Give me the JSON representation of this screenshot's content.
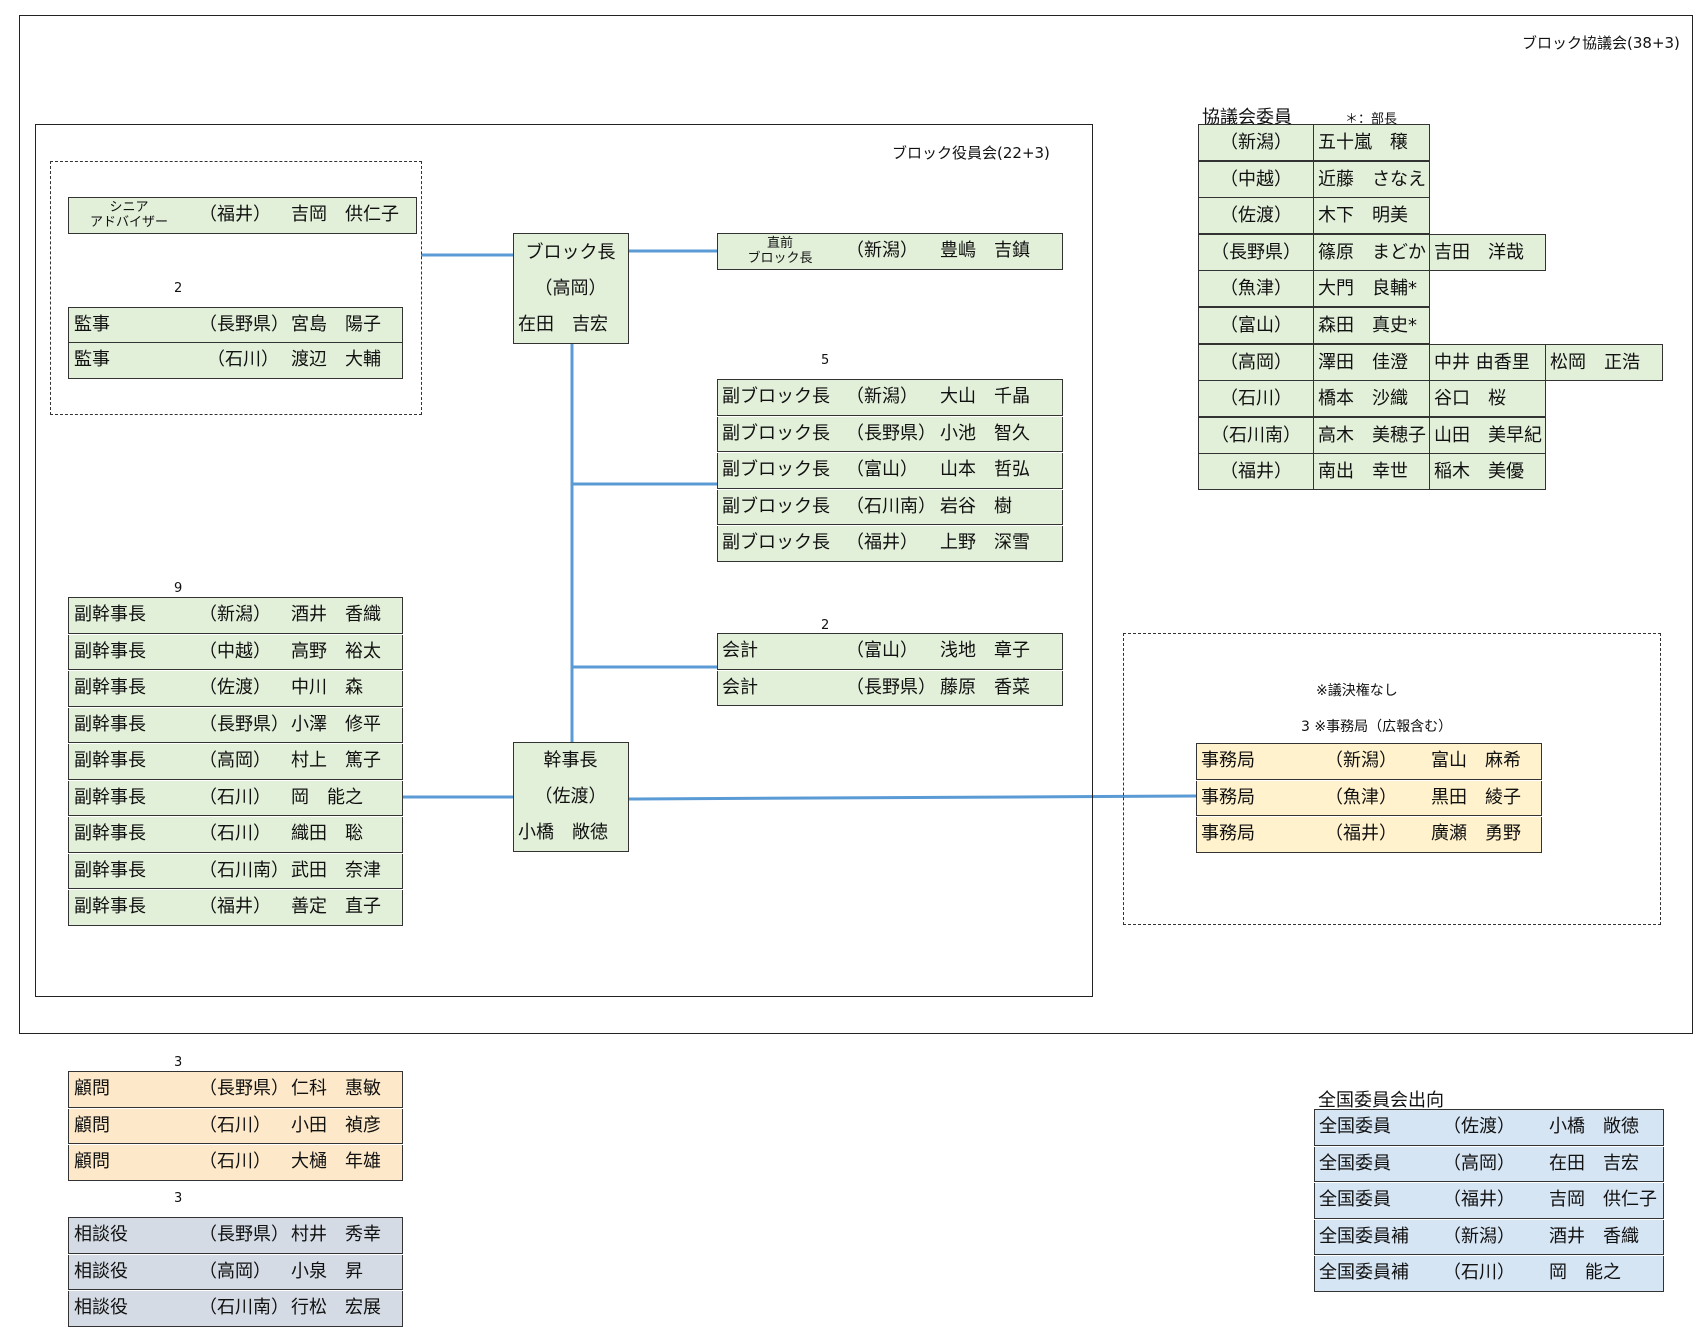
{
  "council": {
    "title": "ブロック協議会(38+3)"
  },
  "board": {
    "title": "ブロック役員会(22+3)"
  },
  "senior": {
    "role_line1": "シニア",
    "role_line2": "アドバイザー",
    "pref": "（福井）",
    "name": "吉岡　供仁子"
  },
  "auditors": {
    "count": "2",
    "rows": [
      {
        "role": "監事",
        "pref": "（長野県）",
        "name": "宮島　陽子"
      },
      {
        "role": "監事",
        "pref": "（石川）",
        "name": "渡辺　大輔"
      }
    ]
  },
  "chief": {
    "title": "ブロック長",
    "pref": "（高岡）",
    "name": "在田　吉宏"
  },
  "past_chief": {
    "role_line1": "直前",
    "role_line2": "ブロック長",
    "pref": "（新潟）",
    "name": "豊嶋　吉鎮"
  },
  "vice_chiefs": {
    "count": "5",
    "rows": [
      {
        "role": "副ブロック長",
        "pref": "（新潟）",
        "name": "大山　千晶"
      },
      {
        "role": "副ブロック長",
        "pref": "（長野県）",
        "name": "小池　智久"
      },
      {
        "role": "副ブロック長",
        "pref": "（富山）",
        "name": "山本　哲弘"
      },
      {
        "role": "副ブロック長",
        "pref": "（石川南）",
        "name": "岩谷　樹"
      },
      {
        "role": "副ブロック長",
        "pref": "（福井）",
        "name": "上野　深雪"
      }
    ]
  },
  "treasurers": {
    "count": "2",
    "rows": [
      {
        "role": "会計",
        "pref": "（富山）",
        "name": "浅地　章子"
      },
      {
        "role": "会計",
        "pref": "（長野県）",
        "name": "藤原　香菜"
      }
    ]
  },
  "sec_general": {
    "title": "幹事長",
    "pref": "（佐渡）",
    "name": "小橋　敞徳"
  },
  "vice_secs": {
    "count": "9",
    "rows": [
      {
        "role": "副幹事長",
        "pref": "（新潟）",
        "name": "酒井　香織"
      },
      {
        "role": "副幹事長",
        "pref": "（中越）",
        "name": "高野　裕太"
      },
      {
        "role": "副幹事長",
        "pref": "（佐渡）",
        "name": "中川　森"
      },
      {
        "role": "副幹事長",
        "pref": "（長野県）",
        "name": "小澤　修平"
      },
      {
        "role": "副幹事長",
        "pref": "（高岡）",
        "name": "村上　篤子"
      },
      {
        "role": "副幹事長",
        "pref": "（石川）",
        "name": "岡　能之"
      },
      {
        "role": "副幹事長",
        "pref": "（石川）",
        "name": "織田　聡"
      },
      {
        "role": "副幹事長",
        "pref": "（石川南）",
        "name": "武田　奈津"
      },
      {
        "role": "副幹事長",
        "pref": "（福井）",
        "name": "善定　直子"
      }
    ]
  },
  "committee": {
    "title": "協議会委員",
    "note": "＊：部長",
    "rows": [
      {
        "pref": "（新潟）",
        "members": [
          "五十嵐　穣"
        ]
      },
      {
        "pref": "（中越）",
        "members": [
          "近藤　さなえ"
        ]
      },
      {
        "pref": "（佐渡）",
        "members": [
          "木下　明美"
        ]
      },
      {
        "pref": "（長野県）",
        "members": [
          "篠原　まどか",
          "吉田　洋哉"
        ]
      },
      {
        "pref": "（魚津）",
        "members": [
          "大門　良輔*"
        ]
      },
      {
        "pref": "（富山）",
        "members": [
          "森田　真史*"
        ]
      },
      {
        "pref": "（高岡）",
        "members": [
          "澤田　佳澄",
          "中井 由香里",
          "松岡　正浩"
        ]
      },
      {
        "pref": "（石川）",
        "members": [
          "橋本　沙織",
          "谷口　桜"
        ]
      },
      {
        "pref": "（石川南）",
        "members": [
          "高木　美穂子",
          "山田　美早紀"
        ]
      },
      {
        "pref": "（福井）",
        "members": [
          "南出　幸世",
          "稲木　美優"
        ]
      }
    ]
  },
  "secretariat": {
    "note": "※議決権なし",
    "count": "3",
    "label": "※事務局（広報含む）",
    "rows": [
      {
        "role": "事務局",
        "pref": "（新潟）",
        "name": "富山　麻希"
      },
      {
        "role": "事務局",
        "pref": "（魚津）",
        "name": "黒田　綾子"
      },
      {
        "role": "事務局",
        "pref": "（福井）",
        "name": "廣瀬　勇野"
      }
    ]
  },
  "advisors": {
    "count": "3",
    "rows": [
      {
        "role": "顧問",
        "pref": "（長野県）",
        "name": "仁科　惠敏"
      },
      {
        "role": "顧問",
        "pref": "（石川）",
        "name": "小田　禎彦"
      },
      {
        "role": "顧問",
        "pref": "（石川）",
        "name": "大樋　年雄"
      }
    ]
  },
  "counselors": {
    "count": "3",
    "rows": [
      {
        "role": "相談役",
        "pref": "（長野県）",
        "name": "村井　秀幸"
      },
      {
        "role": "相談役",
        "pref": "（高岡）",
        "name": "小泉　昇"
      },
      {
        "role": "相談役",
        "pref": "（石川南）",
        "name": "行松　宏展"
      }
    ]
  },
  "national": {
    "title": "全国委員会出向",
    "rows": [
      {
        "role": "全国委員",
        "pref": "（佐渡）",
        "name": "小橋　敞徳"
      },
      {
        "role": "全国委員",
        "pref": "（高岡）",
        "name": "在田　吉宏"
      },
      {
        "role": "全国委員",
        "pref": "（福井）",
        "name": "吉岡　供仁子"
      },
      {
        "role": "全国委員補",
        "pref": "（新潟）",
        "name": "酒井　香織"
      },
      {
        "role": "全国委員補",
        "pref": "（石川）",
        "name": "岡　能之"
      }
    ]
  },
  "colors": {
    "line": "#5b9bd5",
    "green": "#e2efd9",
    "yellow": "#fff2cc",
    "orange": "#fde9c9",
    "blue": "#d6e5f4",
    "slate": "#d4dbe4"
  }
}
